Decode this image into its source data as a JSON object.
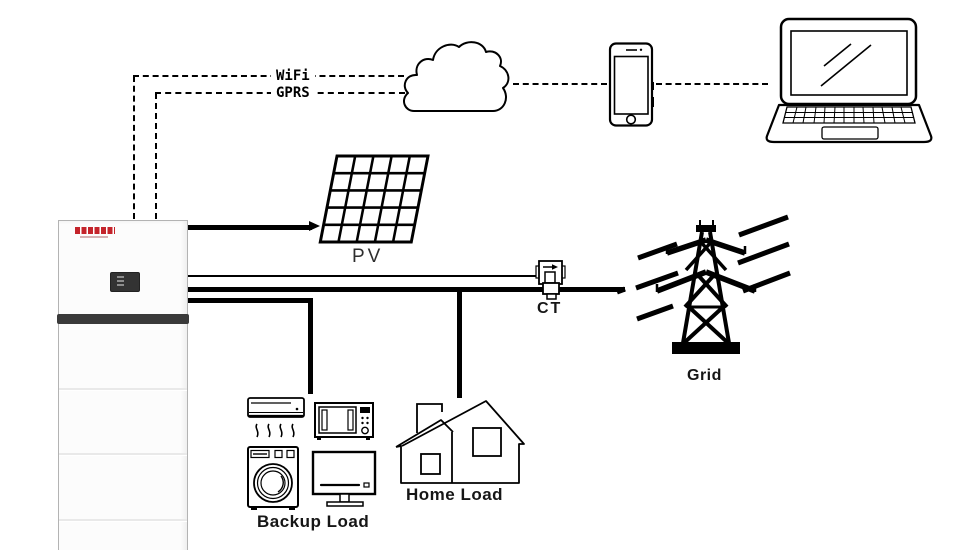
{
  "meta": {
    "type": "energy-system-diagram"
  },
  "colors": {
    "line": "#000000",
    "brand_red": "#c4242b",
    "inverter_body": "#fcfcfc",
    "inverter_band": "#3a3a3a",
    "display_dark": "#333333"
  },
  "connections": {
    "wifi_label": "WiFi",
    "gprs_label": "GPRS"
  },
  "nodes": {
    "pv": {
      "label": "PV"
    },
    "ct": {
      "label": "CT"
    },
    "grid": {
      "label": "Grid"
    },
    "home_load": {
      "label": "Home Load"
    },
    "backup_load": {
      "label": "Backup Load"
    }
  },
  "icons": {
    "cloud": "cloud-icon",
    "smartphone": "smartphone-icon",
    "laptop": "laptop-icon",
    "pv_panel": "pv-panel-icon",
    "ct_sensor": "ct-sensor-icon",
    "grid_tower": "grid-tower-icon",
    "house": "house-icon",
    "air_conditioner": "air-conditioner-icon",
    "microwave": "microwave-icon",
    "washing_machine": "washing-machine-icon",
    "monitor": "monitor-icon",
    "inverter": "inverter-battery-tower"
  }
}
